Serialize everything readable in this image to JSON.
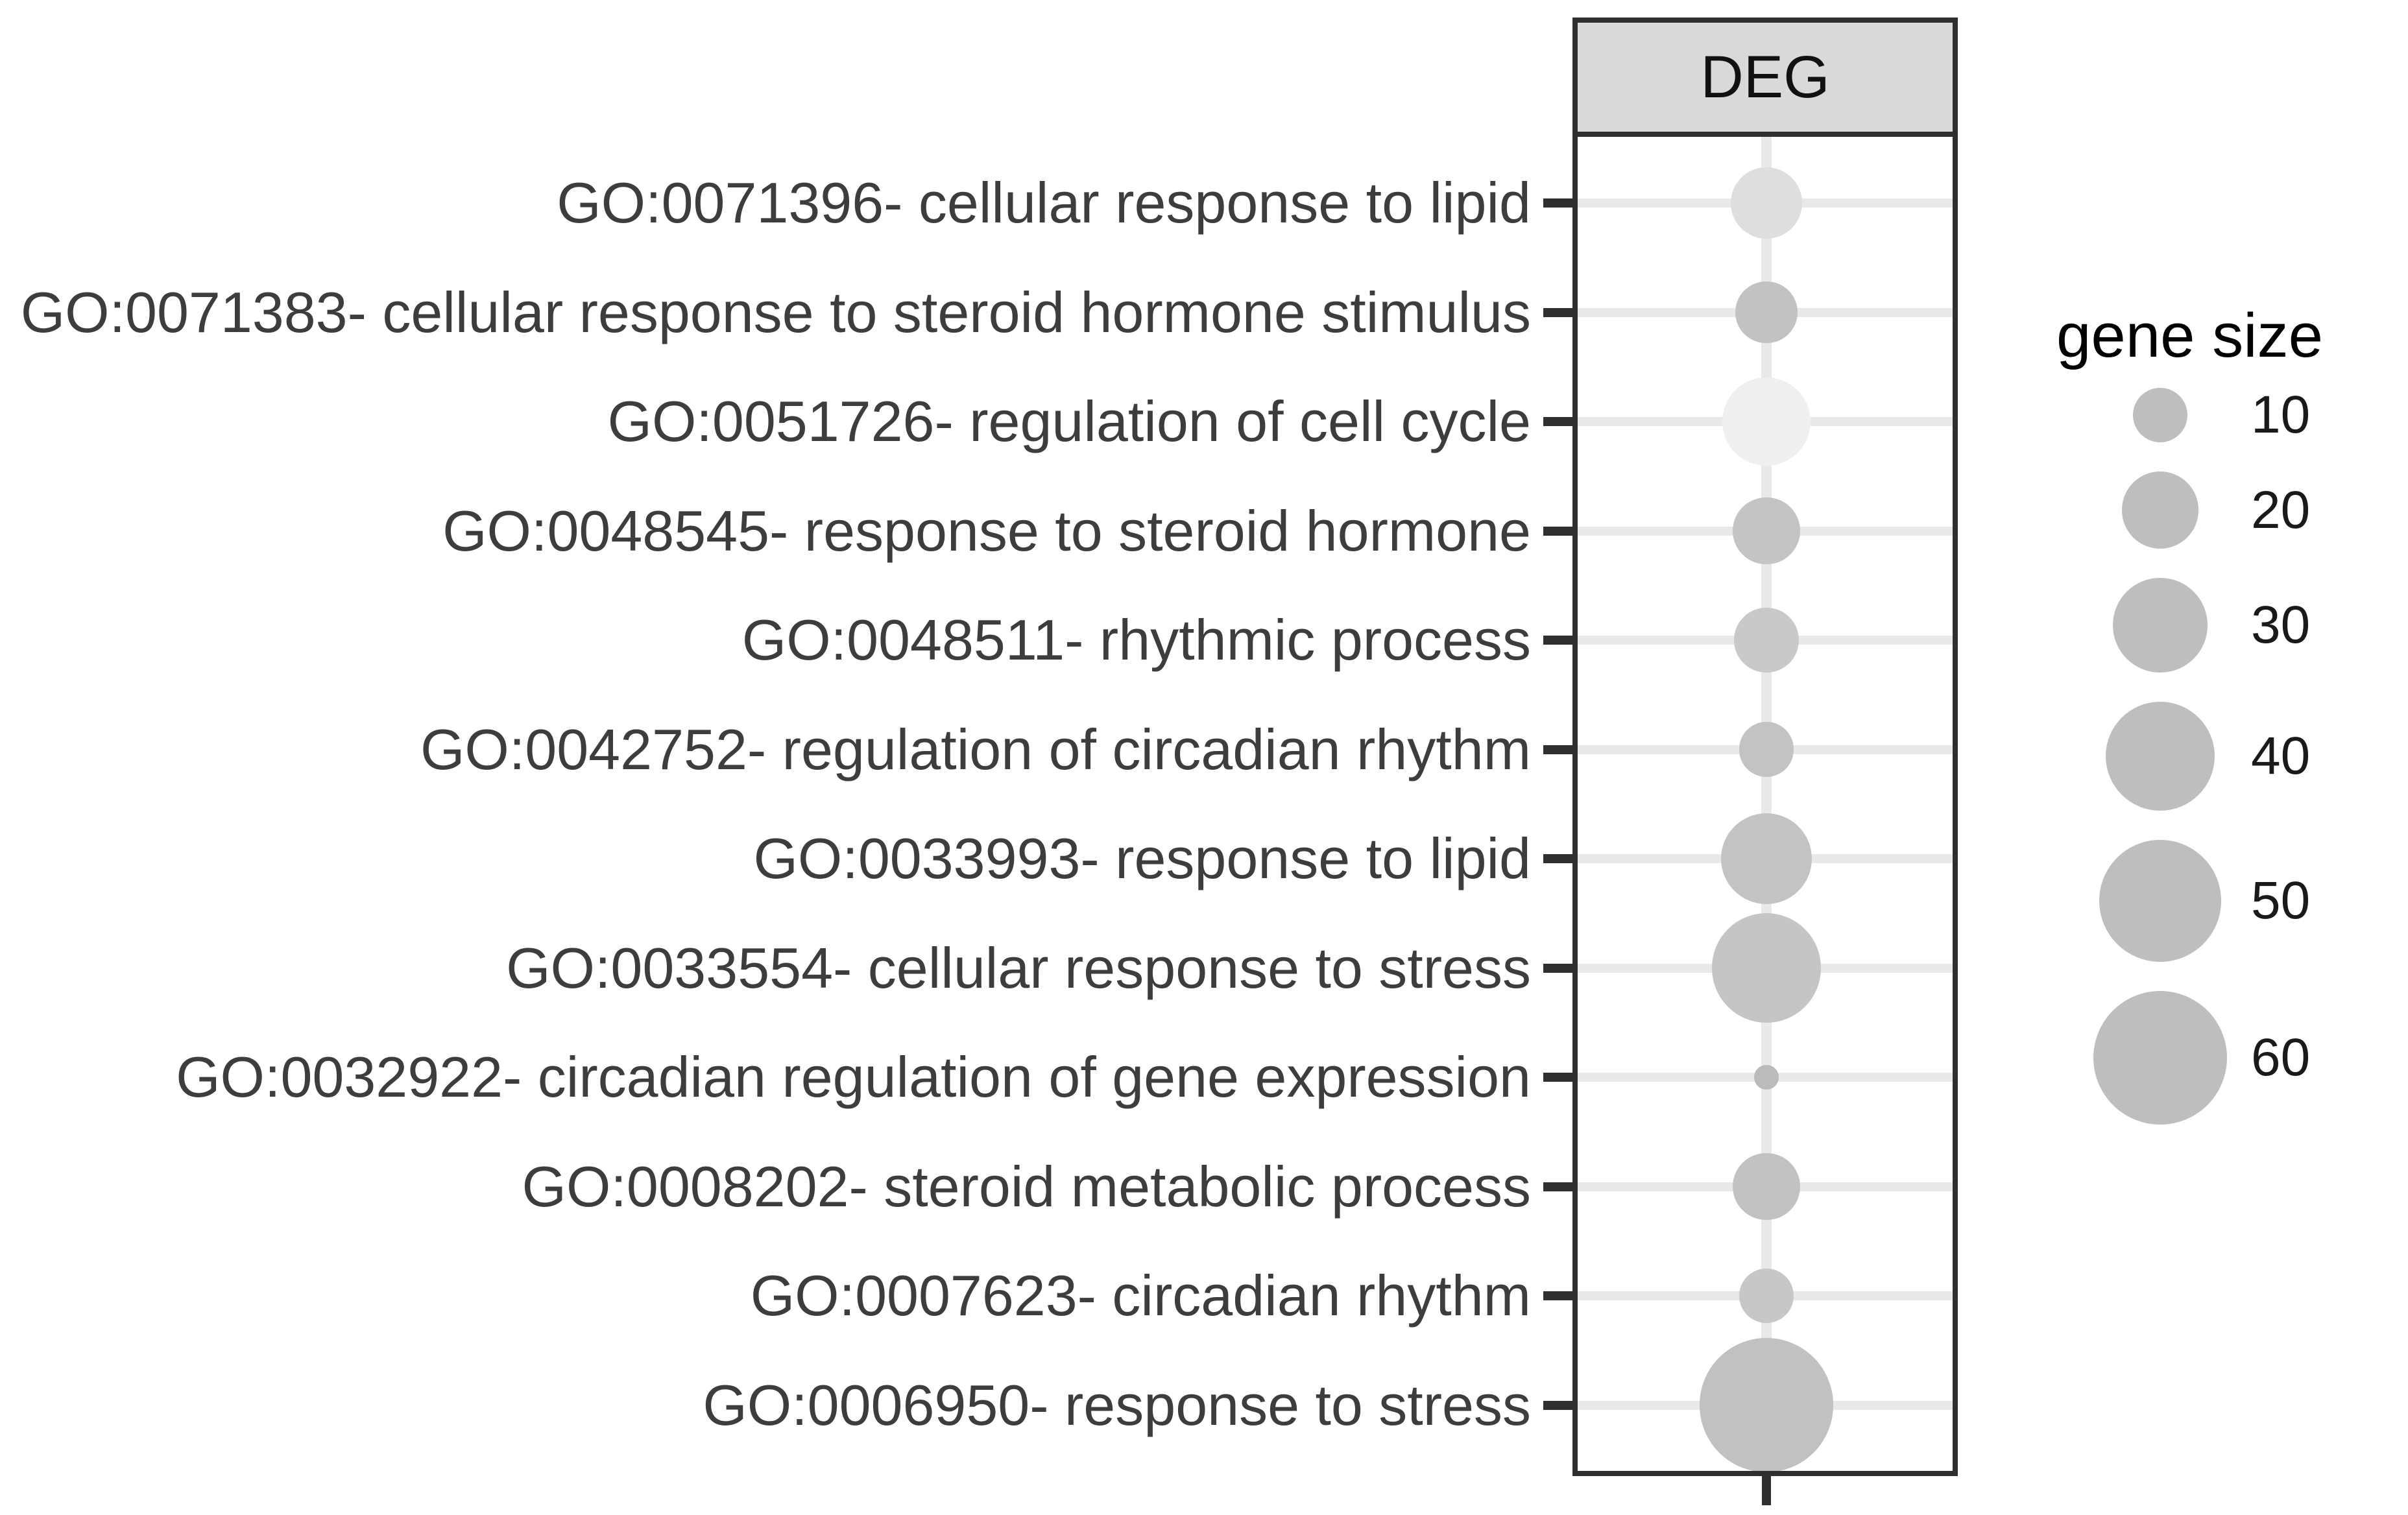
{
  "chart_data": {
    "type": "bubble",
    "title": "",
    "facet_label": "DEG",
    "orientation": "go-terms-on-y-single-column-x",
    "categories": [
      "GO:0071396- cellular response to lipid",
      "GO:0071383- cellular response to steroid hormone stimulus",
      "GO:0051726- regulation of cell cycle",
      "GO:0048545- response to steroid hormone",
      "GO:0048511- rhythmic process",
      "GO:0042752- regulation of circadian rhythm",
      "GO:0033993- response to lipid",
      "GO:0033554- cellular response to stress",
      "GO:0032922- circadian regulation of gene expression",
      "GO:0008202- steroid metabolic process",
      "GO:0007623- circadian rhythm",
      "GO:0006950- response to stress"
    ],
    "series": [
      {
        "name": "DEG",
        "values_gene_size_estimated": [
          17,
          13,
          26,
          15,
          14,
          10,
          28,
          40,
          2,
          15,
          10,
          60
        ]
      }
    ],
    "legend": {
      "title": "gene size",
      "sizes": [
        10,
        20,
        30,
        40,
        50,
        60
      ],
      "position": "right"
    },
    "grid": "light-gray major gridlines, white panel, dark panel border",
    "point_color": "gray, varying lightness per point"
  },
  "panel": {
    "strip_label": "DEG"
  },
  "legend": {
    "title": "gene size",
    "sizes": [
      "10",
      "20",
      "30",
      "40",
      "50",
      "60"
    ],
    "circle_color": "#bebebe"
  },
  "rows": [
    {
      "label": "GO:0071396- cellular response to lipid",
      "gene_size": 17,
      "shade": "#dedede"
    },
    {
      "label": "GO:0071383- cellular response to steroid hormone stimulus",
      "gene_size": 13,
      "shade": "#c2c2c2"
    },
    {
      "label": "GO:0051726- regulation of cell cycle",
      "gene_size": 26,
      "shade": "#efefef"
    },
    {
      "label": "GO:0048545- response to steroid hormone",
      "gene_size": 15,
      "shade": "#c4c4c4"
    },
    {
      "label": "GO:0048511- rhythmic process",
      "gene_size": 14,
      "shade": "#c9c9c9"
    },
    {
      "label": "GO:0042752- regulation of circadian rhythm",
      "gene_size": 10,
      "shade": "#c3c3c3"
    },
    {
      "label": "GO:0033993- response to lipid",
      "gene_size": 28,
      "shade": "#c3c3c3"
    },
    {
      "label": "GO:0033554- cellular response to stress",
      "gene_size": 40,
      "shade": "#c5c5c5"
    },
    {
      "label": "GO:0032922- circadian regulation of gene expression",
      "gene_size": 2,
      "shade": "#bbbbbb"
    },
    {
      "label": "GO:0008202- steroid metabolic process",
      "gene_size": 15,
      "shade": "#c2c2c2"
    },
    {
      "label": "GO:0007623- circadian rhythm",
      "gene_size": 10,
      "shade": "#c7c7c7"
    },
    {
      "label": "GO:0006950- response to stress",
      "gene_size": 60,
      "shade": "#c1c1c1"
    }
  ],
  "colors": {
    "strip_fill": "#d9d9d9",
    "panel_border": "#2f2f2f",
    "gridline": "#e9e9e9",
    "label_text": "#3d3d3d",
    "tick": "#2f2f2f"
  }
}
